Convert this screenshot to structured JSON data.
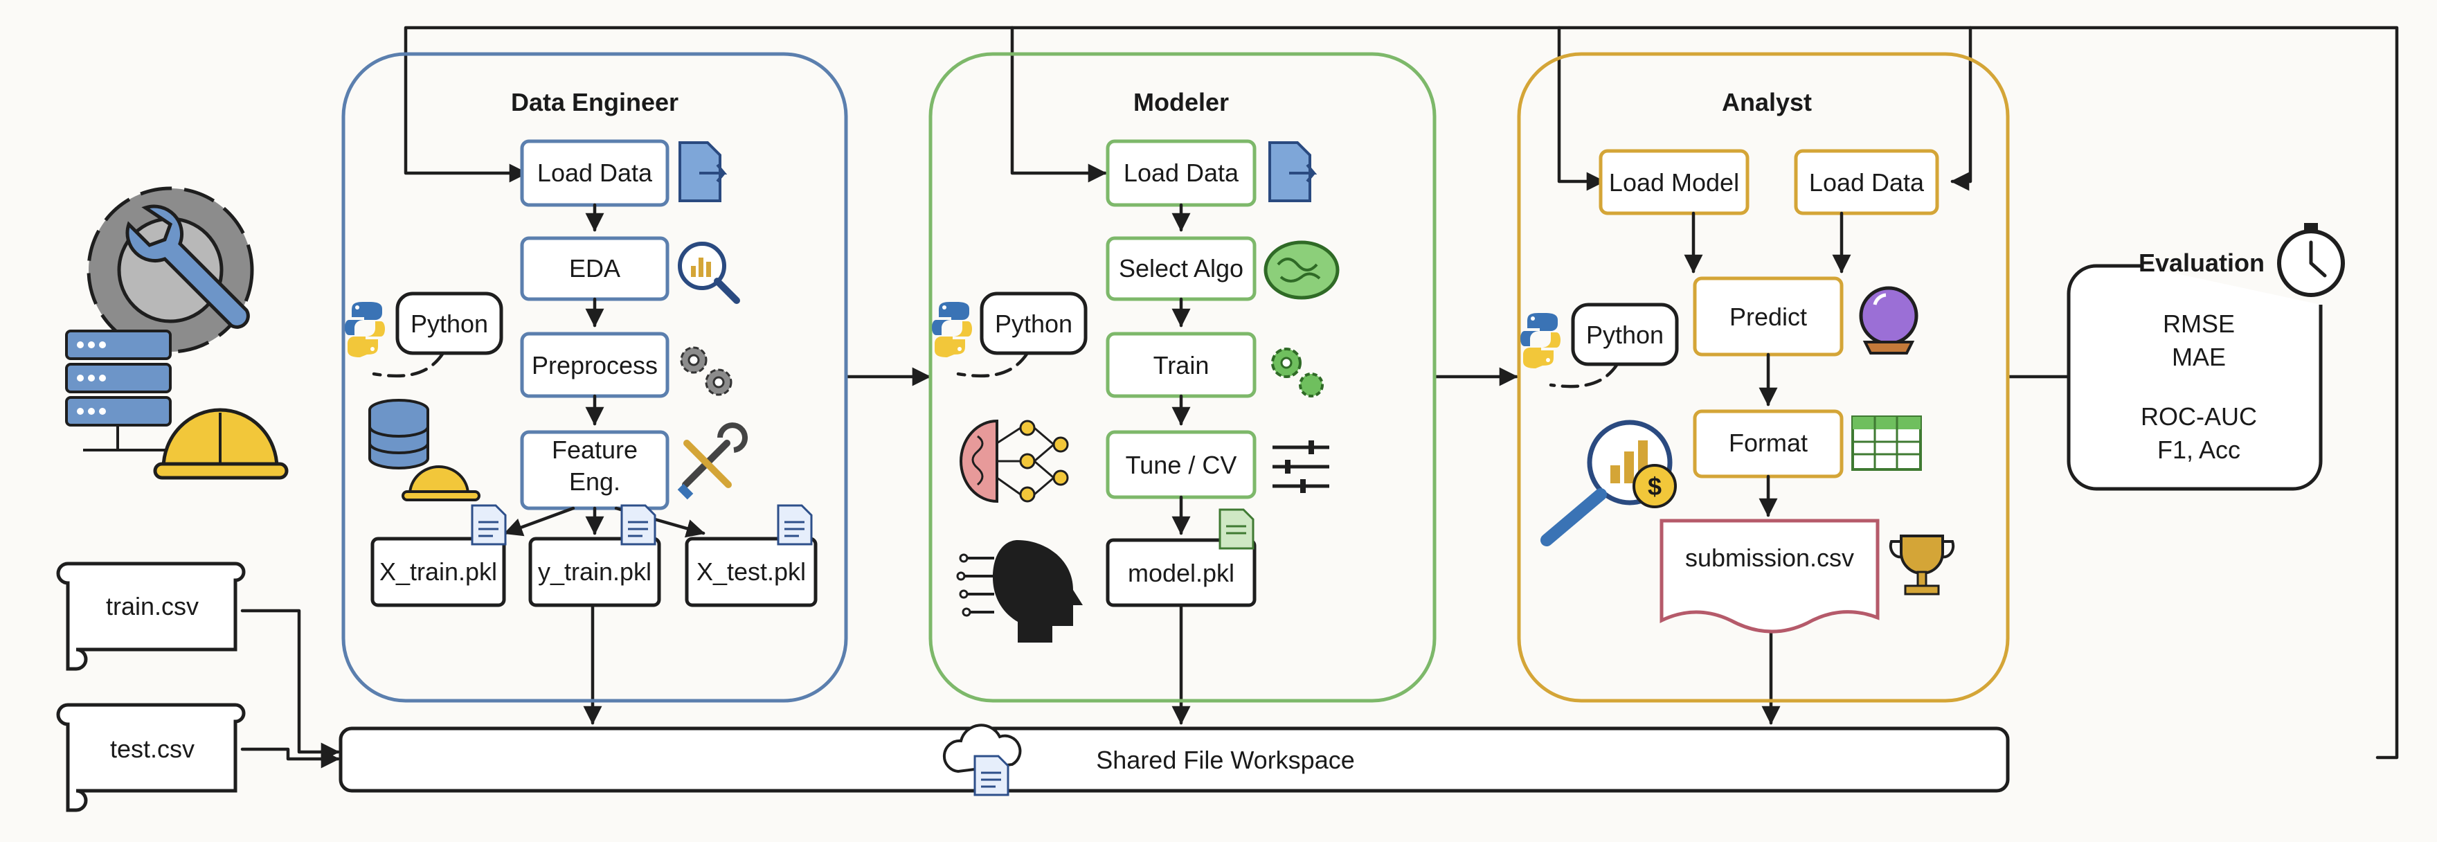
{
  "sections": {
    "data_engineer": {
      "title": "Data Engineer",
      "steps": [
        "Load Data",
        "EDA",
        "Preprocess",
        "Feature",
        "Eng."
      ],
      "tool": "Python",
      "outputs": [
        "X_train.pkl",
        "y_train.pkl",
        "X_test.pkl"
      ]
    },
    "modeler": {
      "title": "Modeler",
      "steps": [
        "Load Data",
        "Select Algo",
        "Train",
        "Tune / CV"
      ],
      "tool": "Python",
      "output": "model.pkl"
    },
    "analyst": {
      "title": "Analyst",
      "inputs": [
        "Load Model",
        "Load Data"
      ],
      "steps": [
        "Predict",
        "Format"
      ],
      "tool": "Python",
      "output": "submission.csv"
    }
  },
  "inputs": [
    "train.csv",
    "test.csv"
  ],
  "workspace": "Shared File Workspace",
  "evaluation": {
    "title": "Evaluation",
    "metrics_group1": [
      "RMSE",
      "MAE"
    ],
    "metrics_group2": [
      "ROC-AUC",
      "F1, Acc"
    ]
  },
  "colors": {
    "data_engineer": "#5b7fae",
    "modeler": "#7db86a",
    "analyst": "#d4a537",
    "line": "#1e1e1e"
  },
  "icons": [
    "gear-wrench-icon",
    "server-icon",
    "hard-hat-icon",
    "python-icon",
    "database-icon",
    "document-icon",
    "magnifier-chart-icon",
    "gears-icon",
    "tools-icon",
    "brain-icon",
    "neural-network-icon",
    "ai-head-icon",
    "sliders-icon",
    "crystal-ball-icon",
    "spreadsheet-icon",
    "money-magnifier-icon",
    "trophy-icon",
    "stopwatch-icon",
    "cloud-icon"
  ]
}
